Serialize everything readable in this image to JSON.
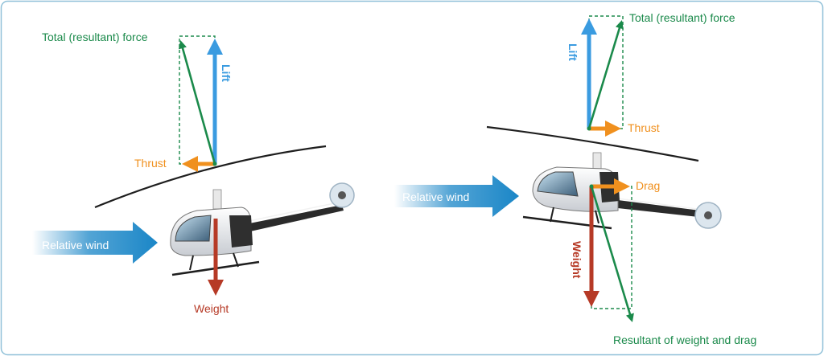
{
  "colors": {
    "total_force": "#1b8a4b",
    "lift": "#3a9be0",
    "thrust": "#f0901e",
    "drag": "#f0901e",
    "weight": "#b63a26",
    "wind": "#1a86c7",
    "panel_border": "#8fc0d8"
  },
  "left": {
    "total_force_label": "Total (resultant) force",
    "lift_label": "Lift",
    "thrust_label": "Thrust",
    "wind_label": "Relative wind",
    "weight_label": "Weight"
  },
  "right": {
    "total_force_label": "Total (resultant) force",
    "lift_label": "Lift",
    "thrust_label": "Thrust",
    "wind_label": "Relative wind",
    "drag_label": "Drag",
    "weight_label": "Weight",
    "resultant_wd_label": "Resultant of weight and drag"
  }
}
